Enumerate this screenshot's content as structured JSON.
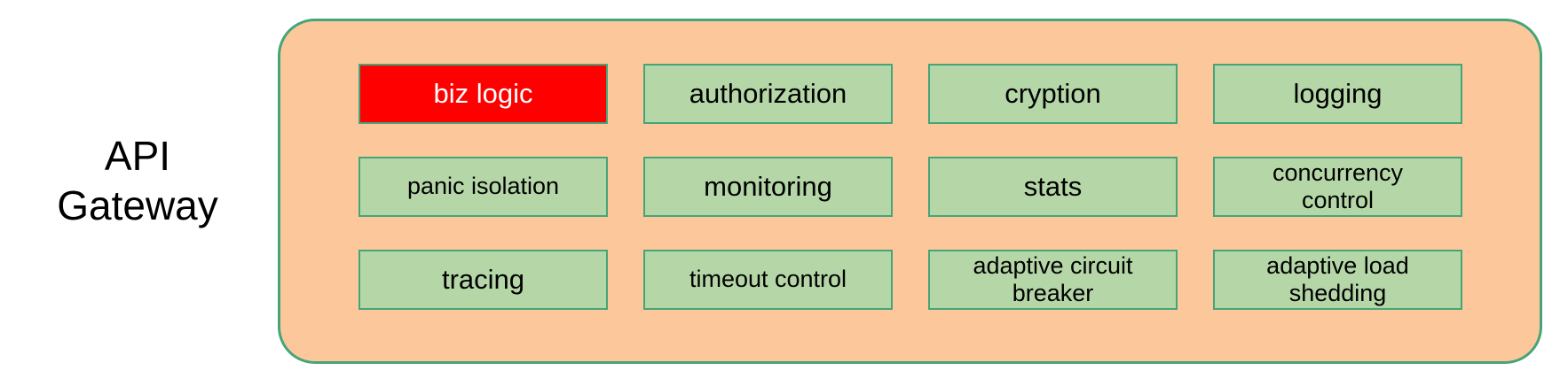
{
  "diagram": {
    "left_label": "API\nGateway",
    "container": {
      "name": "api-gateway-container",
      "fill_color": "#fcc89b",
      "border_color": "#46a578"
    },
    "box_style": {
      "fill_color": "#b5d7a8",
      "border_color": "#46a578",
      "text_color": "#000000",
      "highlight_fill_color": "#ff0000",
      "highlight_text_color": "#ffffff"
    },
    "features": [
      {
        "label": "biz logic",
        "highlight": true,
        "size": "normal",
        "lines": 1
      },
      {
        "label": "authorization",
        "highlight": false,
        "size": "normal",
        "lines": 1
      },
      {
        "label": "cryption",
        "highlight": false,
        "size": "normal",
        "lines": 1
      },
      {
        "label": "logging",
        "highlight": false,
        "size": "normal",
        "lines": 1
      },
      {
        "label": "panic isolation",
        "highlight": false,
        "size": "small",
        "lines": 1
      },
      {
        "label": "monitoring",
        "highlight": false,
        "size": "normal",
        "lines": 1
      },
      {
        "label": "stats",
        "highlight": false,
        "size": "normal",
        "lines": 1
      },
      {
        "label": "concurrency\ncontrol",
        "highlight": false,
        "size": "two-line",
        "lines": 2
      },
      {
        "label": "tracing",
        "highlight": false,
        "size": "normal",
        "lines": 1
      },
      {
        "label": "timeout control",
        "highlight": false,
        "size": "small",
        "lines": 1
      },
      {
        "label": "adaptive circuit\nbreaker",
        "highlight": false,
        "size": "two-line",
        "lines": 2
      },
      {
        "label": "adaptive load\nshedding",
        "highlight": false,
        "size": "two-line",
        "lines": 2
      }
    ]
  }
}
